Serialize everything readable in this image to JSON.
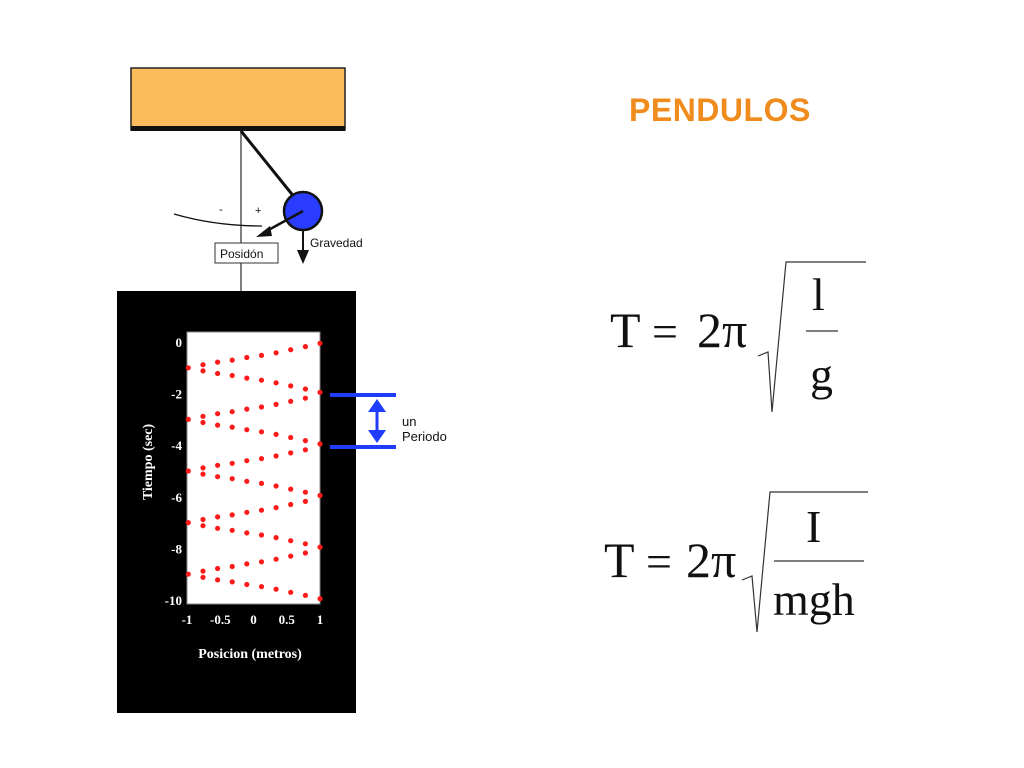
{
  "slide": {
    "title": "PENDULOS"
  },
  "pendulum": {
    "position_label": "Posidón",
    "gravity_label": "Gravedad",
    "minus_sign": "-",
    "plus_sign": "+"
  },
  "period_annotation": {
    "line1": "un",
    "line2": "Periodo"
  },
  "formulas": {
    "simple": {
      "lhs": "T",
      "eq": "=",
      "coef": "2π",
      "numerator": "l",
      "denominator": "g"
    },
    "physical": {
      "lhs": "T",
      "eq": "=",
      "coef": "2π",
      "numerator": "I",
      "denominator": "mgh"
    }
  },
  "colors": {
    "title": "#f08c1e",
    "ceiling": "#fbbd5b",
    "bob": "#2a3cff",
    "plot_points": "#ff1a1a",
    "period_marker": "#1f3cff"
  },
  "chart_data": {
    "type": "scatter",
    "xlabel": "Posicion (metros)",
    "ylabel": "Tiempo (sec)",
    "xlim": [
      -1,
      1
    ],
    "ylim": [
      -10,
      0
    ],
    "x_ticks": [
      "-1",
      "-0.5",
      "0",
      "0.5",
      "1"
    ],
    "y_ticks": [
      "0",
      "-2",
      "-4",
      "-6",
      "-8",
      "-10"
    ],
    "series": [
      {
        "marker": "dot",
        "description_period_sec": 2,
        "x": [
          1.0,
          0.78,
          0.56,
          0.34,
          0.12,
          -0.1,
          -0.32,
          -0.54,
          -0.76,
          -0.98,
          -0.76,
          -0.54,
          -0.32,
          -0.1,
          0.12,
          0.34,
          0.56,
          0.78,
          1.0,
          0.78,
          0.56,
          0.34,
          0.12,
          -0.1,
          -0.32,
          -0.54,
          -0.76,
          -0.98,
          -0.76,
          -0.54,
          -0.32,
          -0.1,
          0.12,
          0.34,
          0.56,
          0.78,
          1.0,
          0.78,
          0.56,
          0.34,
          0.12,
          -0.1,
          -0.32,
          -0.54,
          -0.76,
          -0.98,
          -0.76,
          -0.54,
          -0.32,
          -0.1,
          0.12,
          0.34,
          0.56,
          0.78,
          1.0,
          0.78,
          0.56,
          0.34,
          0.12,
          -0.1,
          -0.32,
          -0.54,
          -0.76,
          -0.98,
          -0.76,
          -0.54,
          -0.32,
          -0.1,
          0.12,
          0.34,
          0.56,
          0.78,
          1.0,
          0.78,
          0.56,
          0.34,
          0.12,
          -0.1,
          -0.32,
          -0.54,
          -0.76,
          -0.98,
          -0.76,
          -0.54,
          -0.32,
          -0.1,
          0.12,
          0.34,
          0.56,
          0.78,
          1.0
        ],
        "y": [
          -0.05,
          -0.18,
          -0.3,
          -0.42,
          -0.52,
          -0.6,
          -0.7,
          -0.78,
          -0.88,
          -1.0,
          -1.12,
          -1.22,
          -1.3,
          -1.4,
          -1.48,
          -1.58,
          -1.7,
          -1.82,
          -1.95,
          -2.18,
          -2.3,
          -2.42,
          -2.52,
          -2.6,
          -2.7,
          -2.78,
          -2.88,
          -3.0,
          -3.12,
          -3.22,
          -3.3,
          -3.4,
          -3.48,
          -3.58,
          -3.7,
          -3.82,
          -3.95,
          -4.18,
          -4.3,
          -4.42,
          -4.52,
          -4.6,
          -4.7,
          -4.78,
          -4.88,
          -5.0,
          -5.12,
          -5.22,
          -5.3,
          -5.4,
          -5.48,
          -5.58,
          -5.7,
          -5.82,
          -5.95,
          -6.18,
          -6.3,
          -6.42,
          -6.52,
          -6.6,
          -6.7,
          -6.78,
          -6.88,
          -7.0,
          -7.12,
          -7.22,
          -7.3,
          -7.4,
          -7.48,
          -7.58,
          -7.7,
          -7.82,
          -7.95,
          -8.18,
          -8.3,
          -8.42,
          -8.52,
          -8.6,
          -8.7,
          -8.78,
          -8.88,
          -9.0,
          -9.12,
          -9.22,
          -9.3,
          -9.4,
          -9.48,
          -9.58,
          -9.7,
          -9.82,
          -9.95
        ]
      }
    ]
  }
}
